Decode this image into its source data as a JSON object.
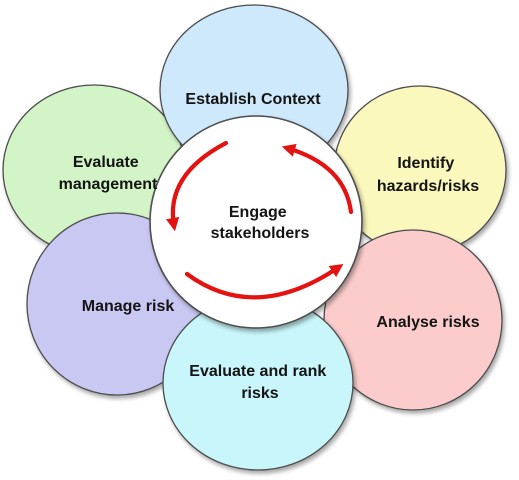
{
  "diagram": {
    "center": {
      "line1": "Engage",
      "line2": "stakeholders"
    },
    "petals": [
      {
        "key": "establish",
        "line1": "Establish Context",
        "line2": "",
        "color": "#cde9fb"
      },
      {
        "key": "identify",
        "line1": "Identify",
        "line2": "hazards/risks",
        "color": "#fbf8bd"
      },
      {
        "key": "analyse",
        "line1": "Analyse risks",
        "line2": "",
        "color": "#fccccc"
      },
      {
        "key": "evaluate-rank",
        "line1": "Evaluate and rank",
        "line2": "risks",
        "color": "#c9f6fa"
      },
      {
        "key": "manage",
        "line1": "Manage risk",
        "line2": "",
        "color": "#c8c8f3"
      },
      {
        "key": "evaluate-mgmt",
        "line1": "Evaluate",
        "line2": "management",
        "color": "#d2f4c7"
      }
    ],
    "outline_color": "#4d4d4d",
    "arrow_color": "#e51212"
  }
}
